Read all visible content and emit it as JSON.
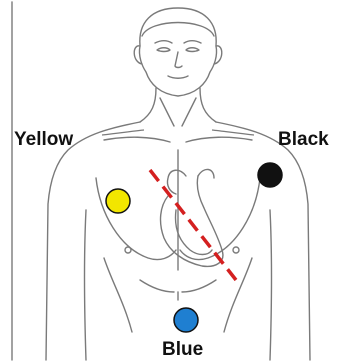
{
  "electrodes": [
    {
      "label": "Yellow",
      "color": "#f2e600"
    },
    {
      "label": "Black",
      "color": "#111111"
    },
    {
      "label": "Blue",
      "color": "#1f7fd1"
    }
  ],
  "colors": {
    "outline": "#7a7a7a",
    "axis_line": "#d42020"
  }
}
